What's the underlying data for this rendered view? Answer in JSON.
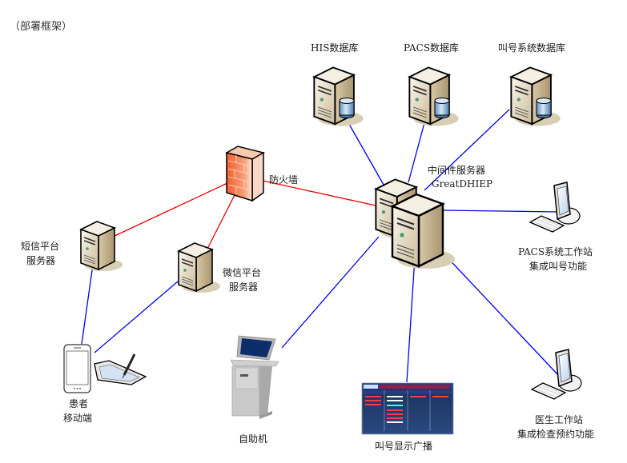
{
  "caption": "（部署框架）",
  "nodes": {
    "his_db": {
      "label": "HIS数据库",
      "icon": "database-server-icon"
    },
    "pacs_db": {
      "label": "PACS数据库",
      "icon": "database-server-icon"
    },
    "queue_db": {
      "label": "叫号系统数据库",
      "icon": "database-server-icon"
    },
    "middleware": {
      "label_line1": "中间件服务器",
      "label_line2": "GreatDHIEP",
      "icon": "server-cluster-icon"
    },
    "firewall": {
      "label": "防火墙",
      "icon": "firewall-icon"
    },
    "sms_server": {
      "label_line1": "短信平台",
      "label_line2": "服务器",
      "icon": "server-icon"
    },
    "wechat_server": {
      "label_line1": "微信平台",
      "label_line2": "服务器",
      "icon": "server-icon"
    },
    "patient_mobile": {
      "label_line1": "患者",
      "label_line2": "移动端",
      "icon": "mobile-phone-icon"
    },
    "kiosk": {
      "label": "自助机",
      "icon": "self-service-kiosk-icon"
    },
    "queue_display": {
      "label": "叫号显示广播",
      "icon": "display-screen-icon"
    },
    "pacs_workstation": {
      "label_line1": "PACS系统工作站",
      "label_line2": "集成叫号功能",
      "icon": "workstation-icon"
    },
    "doctor_workstation": {
      "label_line1": "医生工作站",
      "label_line2": "集成检查预约功能",
      "icon": "workstation-icon"
    }
  },
  "connections": [
    {
      "from": "his_db",
      "to": "middleware",
      "type": "internal",
      "color": "#0000ee"
    },
    {
      "from": "pacs_db",
      "to": "middleware",
      "type": "internal",
      "color": "#0000ee"
    },
    {
      "from": "queue_db",
      "to": "middleware",
      "type": "internal",
      "color": "#0000ee"
    },
    {
      "from": "firewall",
      "to": "middleware",
      "type": "external",
      "color": "#ee0000"
    },
    {
      "from": "firewall",
      "to": "sms_server",
      "type": "external",
      "color": "#ee0000"
    },
    {
      "from": "firewall",
      "to": "wechat_server",
      "type": "external",
      "color": "#ee0000"
    },
    {
      "from": "sms_server",
      "to": "patient_mobile",
      "type": "internal",
      "color": "#0000ee"
    },
    {
      "from": "wechat_server",
      "to": "patient_mobile",
      "type": "internal",
      "color": "#0000ee"
    },
    {
      "from": "middleware",
      "to": "kiosk",
      "type": "internal",
      "color": "#0000ee"
    },
    {
      "from": "middleware",
      "to": "queue_display",
      "type": "internal",
      "color": "#0000ee"
    },
    {
      "from": "middleware",
      "to": "pacs_workstation",
      "type": "internal",
      "color": "#0000ee"
    },
    {
      "from": "middleware",
      "to": "doctor_workstation",
      "type": "internal",
      "color": "#0000ee"
    }
  ],
  "colors": {
    "internal_link": "#0000ee",
    "external_link": "#ee0000",
    "firewall": "#f26a3a",
    "server_body": "#e3d9c3"
  }
}
